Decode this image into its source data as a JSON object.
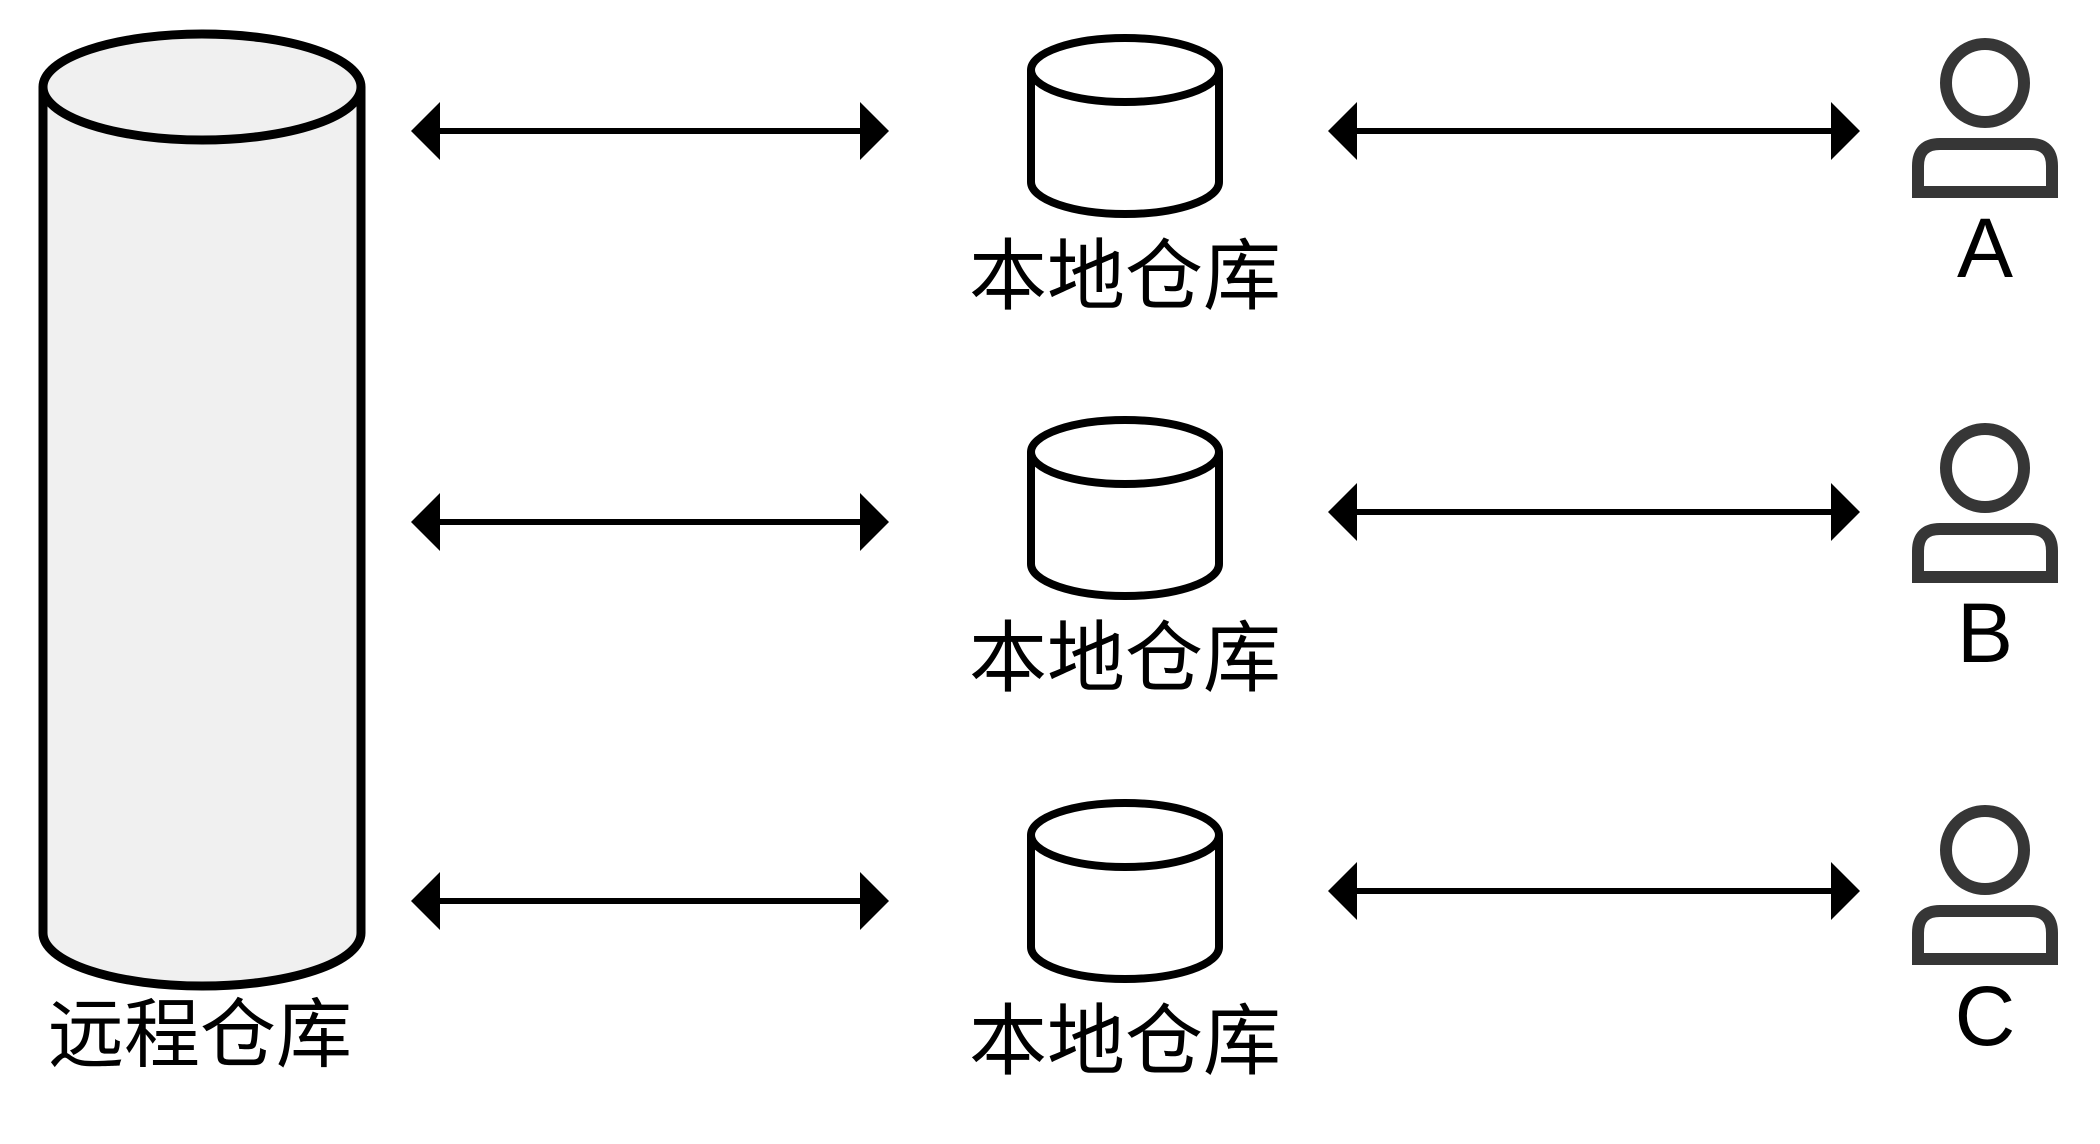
{
  "diagram": {
    "remote_repo": {
      "label": "远程仓库"
    },
    "local_repos": [
      {
        "label": "本地仓库"
      },
      {
        "label": "本地仓库"
      },
      {
        "label": "本地仓库"
      }
    ],
    "users": [
      {
        "label": "A"
      },
      {
        "label": "B"
      },
      {
        "label": "C"
      }
    ],
    "colors": {
      "outline": "#000000",
      "remote_fill": "#f0f0f0",
      "local_fill": "#ffffff",
      "user_icon": "#363636",
      "arrow": "#000000",
      "background": "#ffffff"
    }
  }
}
